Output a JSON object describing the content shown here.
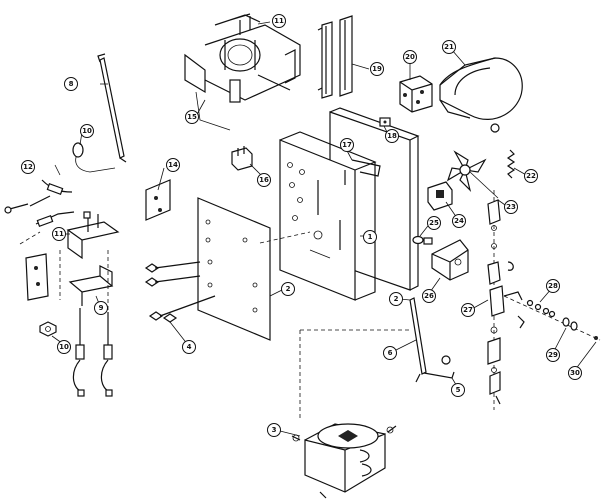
{
  "diagram": {
    "callouts": [
      {
        "id": "c11a",
        "label": "11"
      },
      {
        "id": "c19",
        "label": "19"
      },
      {
        "id": "c8",
        "label": "8"
      },
      {
        "id": "c15",
        "label": "15"
      },
      {
        "id": "c20",
        "label": "20"
      },
      {
        "id": "c21",
        "label": "21"
      },
      {
        "id": "c18",
        "label": "18"
      },
      {
        "id": "c10",
        "label": "10"
      },
      {
        "id": "c12",
        "label": "12"
      },
      {
        "id": "c14",
        "label": "14"
      },
      {
        "id": "c16",
        "label": "16"
      },
      {
        "id": "c17",
        "label": "17"
      },
      {
        "id": "c22",
        "label": "22"
      },
      {
        "id": "c23",
        "label": "23"
      },
      {
        "id": "c24",
        "label": "24"
      },
      {
        "id": "c25",
        "label": "25"
      },
      {
        "id": "c1",
        "label": "1"
      },
      {
        "id": "c11b",
        "label": "11"
      },
      {
        "id": "c26",
        "label": "26"
      },
      {
        "id": "c2a",
        "label": "2"
      },
      {
        "id": "c9",
        "label": "9"
      },
      {
        "id": "c2b",
        "label": "2"
      },
      {
        "id": "c27",
        "label": "27"
      },
      {
        "id": "c28",
        "label": "28"
      },
      {
        "id": "c10b",
        "label": "10"
      },
      {
        "id": "c4",
        "label": "4"
      },
      {
        "id": "c6",
        "label": "6"
      },
      {
        "id": "c29",
        "label": "29"
      },
      {
        "id": "c30",
        "label": "30"
      },
      {
        "id": "c5",
        "label": "5"
      },
      {
        "id": "c3",
        "label": "3"
      }
    ]
  }
}
